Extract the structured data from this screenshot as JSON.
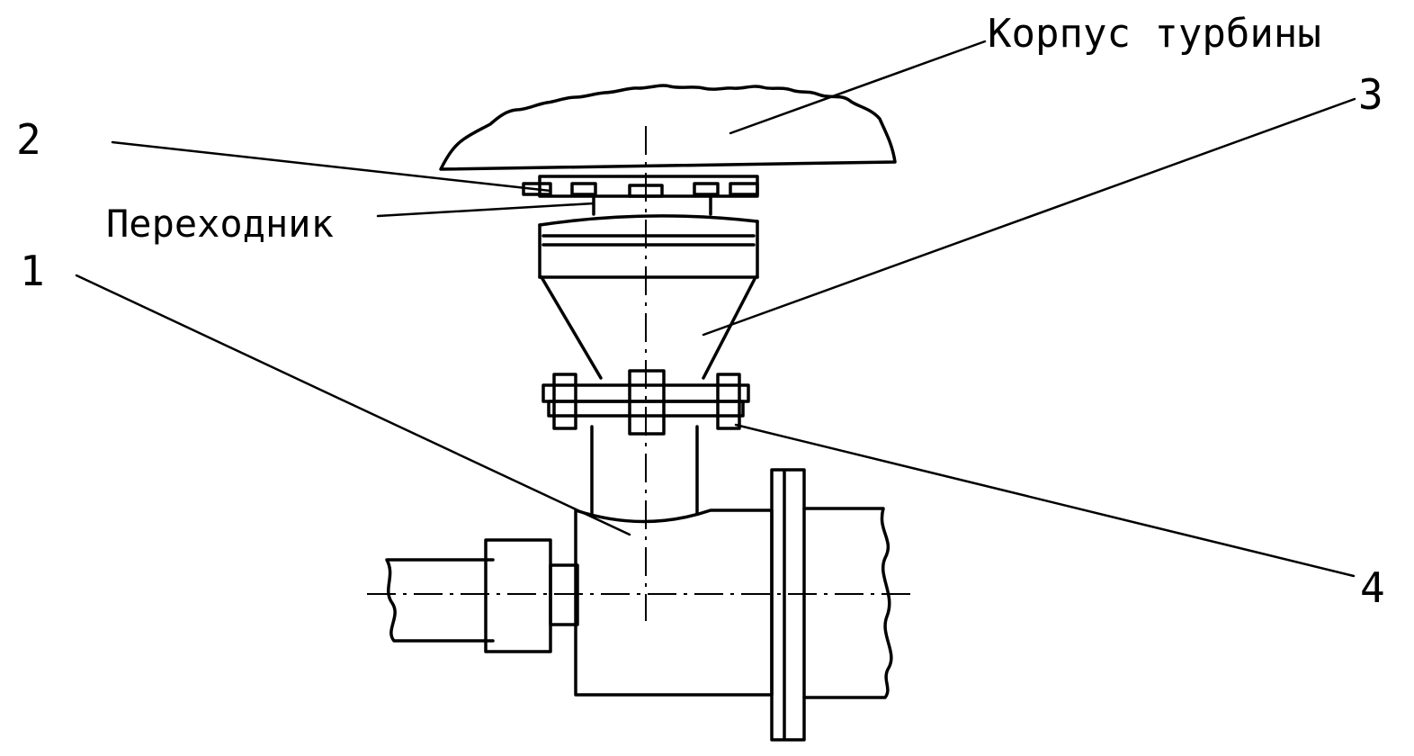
{
  "diagram": {
    "labels": {
      "turbine_casing": "Корпус турбины",
      "adapter": "Переходник",
      "part_1": "1",
      "part_2": "2",
      "part_3": "3",
      "part_4": "4"
    },
    "colors": {
      "ink": "#000000",
      "paper": "#ffffff"
    }
  }
}
